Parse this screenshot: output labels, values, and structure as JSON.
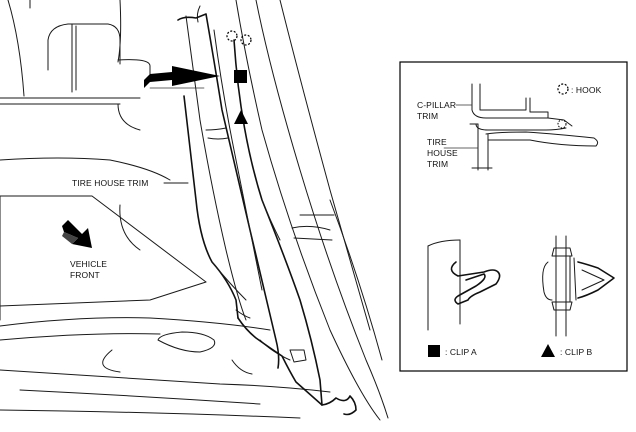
{
  "colors": {
    "background": "#ffffff",
    "line": "#1a1a1a",
    "symbol": "#000000"
  },
  "main_view": {
    "tire_house_trim_label": "TIRE HOUSE TRIM",
    "vehicle_front_label_line1": "VEHICLE",
    "vehicle_front_label_line2": "FRONT",
    "icons": [
      "removal-direction-arrow-icon",
      "vehicle-front-arrow-icon",
      "clip-a-square-icon",
      "clip-b-triangle-icon",
      "hook-dotted-circle-icon"
    ]
  },
  "detail_panel": {
    "hook_label": ": HOOK",
    "c_pillar_label_line1": "C-PILLAR",
    "c_pillar_label_line2": "TRIM",
    "tire_house_label_line1": "TIRE",
    "tire_house_label_line2": "HOUSE",
    "tire_house_label_line3": "TRIM",
    "legend": {
      "clip_a": ": CLIP A",
      "clip_b": ": CLIP B"
    }
  }
}
